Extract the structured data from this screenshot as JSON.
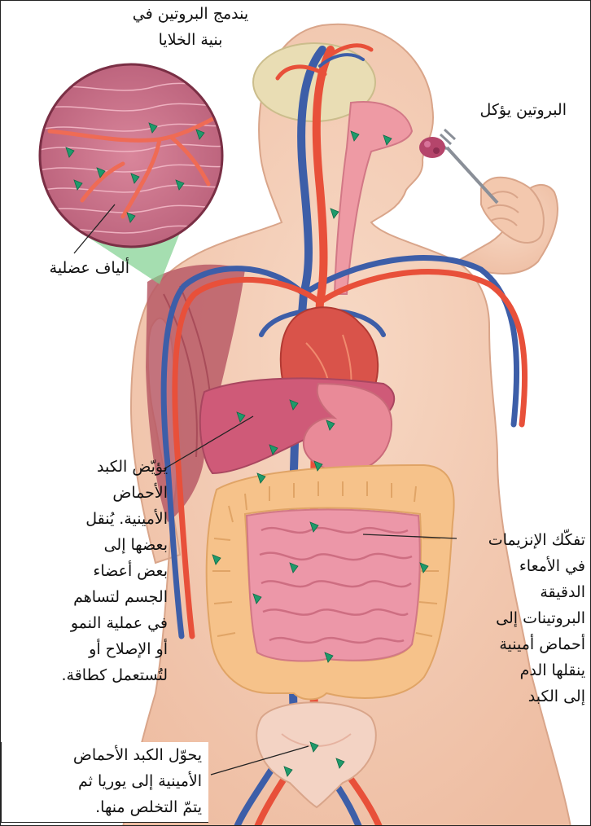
{
  "labels": {
    "cells": [
      "يندمج البروتين في",
      "بنية الخلايا"
    ],
    "eaten": "البروتين يؤكل",
    "fibers": "ألياف عضلية",
    "liver_left": [
      "يؤيّض الكبد",
      "الأحماض",
      "الأمينية. يُنقل",
      "بعضها إلى",
      "بعض أعضاء",
      "الجسم لتساهم",
      "في عملية النمو",
      "أو الإصلاح أو",
      "لتُستعمل كطاقة."
    ],
    "enzymes": [
      "تفكّك الإنزيمات",
      "في الأمعاء",
      "الدقيقة",
      "البروتينات إلى",
      "أحماض أمينية",
      "ينقلها الدم",
      "إلى الكبد"
    ],
    "urea": [
      "يحوّل الكبد الأحماض",
      "الأمينية إلى يوريا ثم",
      "يتمّ التخلص منها."
    ]
  },
  "colors": {
    "skin": "#f4cdb6",
    "skin_shadow": "#e9b79c",
    "artery": "#e8503a",
    "vein": "#3d5ea8",
    "intestine_large": "#f6c28a",
    "intestine_small": "#ec97a8",
    "liver": "#cf5a78",
    "stomach": "#e98a98",
    "heart": "#d9534a",
    "brain": "#e9ddb4",
    "muscle": "#b14a58",
    "bladder": "#f3d3c4",
    "amino": "#1f9a6b",
    "cone": "#7fd08f"
  }
}
